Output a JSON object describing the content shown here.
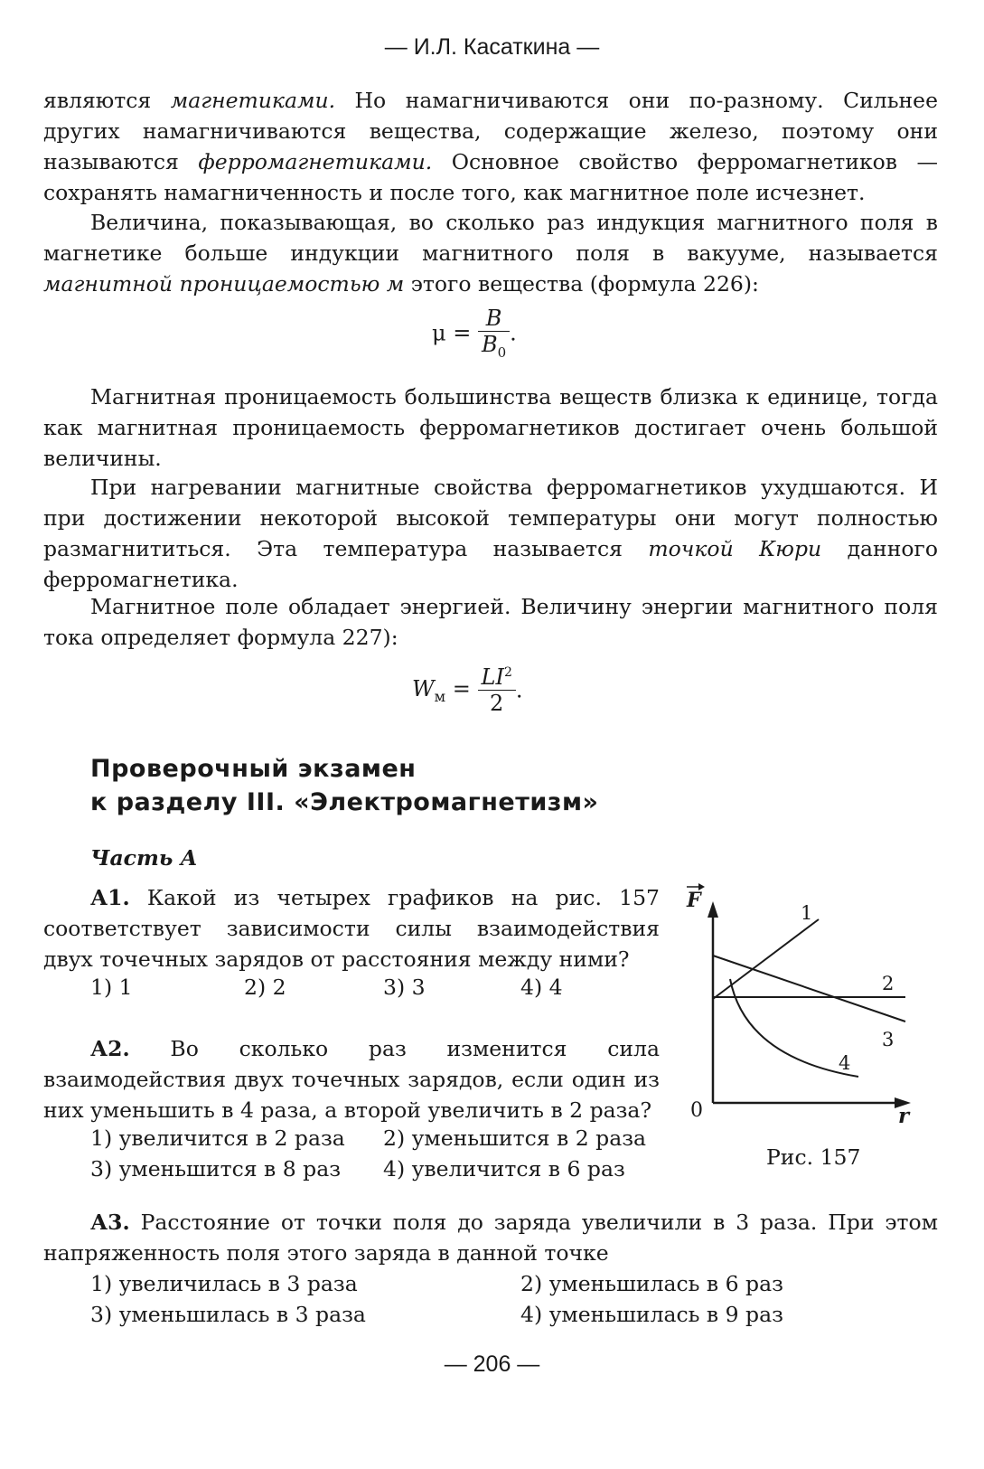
{
  "header": "— И.Л. Касаткина —",
  "p1": {
    "t1": "являются ",
    "i1": "магнетиками.",
    "t2": " Но намагничиваются они по-разному. Сильнее других намагничиваются вещества, содержащие железо, поэтому они называются ",
    "i2": "ферромагнетиками.",
    "t3": " Основное свойство ферромагнетиков — сохранять намагниченность и после того, как магнитное поле исчезнет."
  },
  "p2": {
    "t1": "Величина, показывающая, во сколько раз индукция магнитного поля в магнетике больше индукции магнитного поля в вакууме, называется ",
    "i1": "магнитной проницаемостью м",
    "t2": " этого вещества (формула 226):"
  },
  "formula1": {
    "lhs": "μ =",
    "num": "B",
    "den": "B",
    "den_sub": "0",
    "end": "."
  },
  "p3": "Магнитная проницаемость большинства веществ близка к единице, тогда как магнитная проницаемость ферромагнетиков достигает очень большой величины.",
  "p4": {
    "t1": "При нагревании магнитные свойства ферромагнетиков ухудшаются. И при достижении некоторой высокой температуры они могут полностью размагнититься. Эта температура называется ",
    "i1": "точкой Кюри",
    "t2": " данного ферромагнетика."
  },
  "p5": "Магнитное поле обладает энергией. Величину энергии магнитного поля тока определяет формула 227):",
  "formula2": {
    "lhs": "W",
    "lhs_sub": "м",
    "eq": "=",
    "num": "LI",
    "num_sup": "2",
    "den": "2",
    "end": "."
  },
  "section_title": [
    "Проверочный экзамен",
    "к разделу III. «Электромагнетизм»"
  ],
  "part": "Часть А",
  "a1": {
    "num": "А1.",
    "text": " Какой из четырех графиков на рис. 157 соответствует зависимости силы взаимодействия двух точечных зарядов от расстояния между ними?",
    "options": [
      "1) 1",
      "2) 2",
      "3) 3",
      "4) 4"
    ]
  },
  "a2": {
    "num": "А2.",
    "text": " Во сколько раз изменится сила взаимодействия двух точечных зарядов, если один из них уменьшить в 4 раза, а второй увеличить в 2 раза?",
    "options": [
      "1) увеличится в 2 раза",
      "2) уменьшится в 2 раза",
      "3) уменьшится в 8 раз",
      "4) увеличится в 6 раз"
    ]
  },
  "figure": {
    "y_axis": "F",
    "x_axis": "r",
    "origin": "0",
    "curve_labels": [
      "1",
      "2",
      "3",
      "4"
    ],
    "caption": "Рис. 157"
  },
  "a3": {
    "num": "А3.",
    "text": " Расстояние от точки поля до заряда увеличили в 3 раза. При этом напряженность поля этого заряда в данной точке",
    "options": [
      "1) увеличилась в 3 раза",
      "2) уменьшилась в 6 раз",
      "3) уменьшилась в 3 раза",
      "4) уменьшилась в 9 раз"
    ]
  },
  "page_number": "— 206 —"
}
